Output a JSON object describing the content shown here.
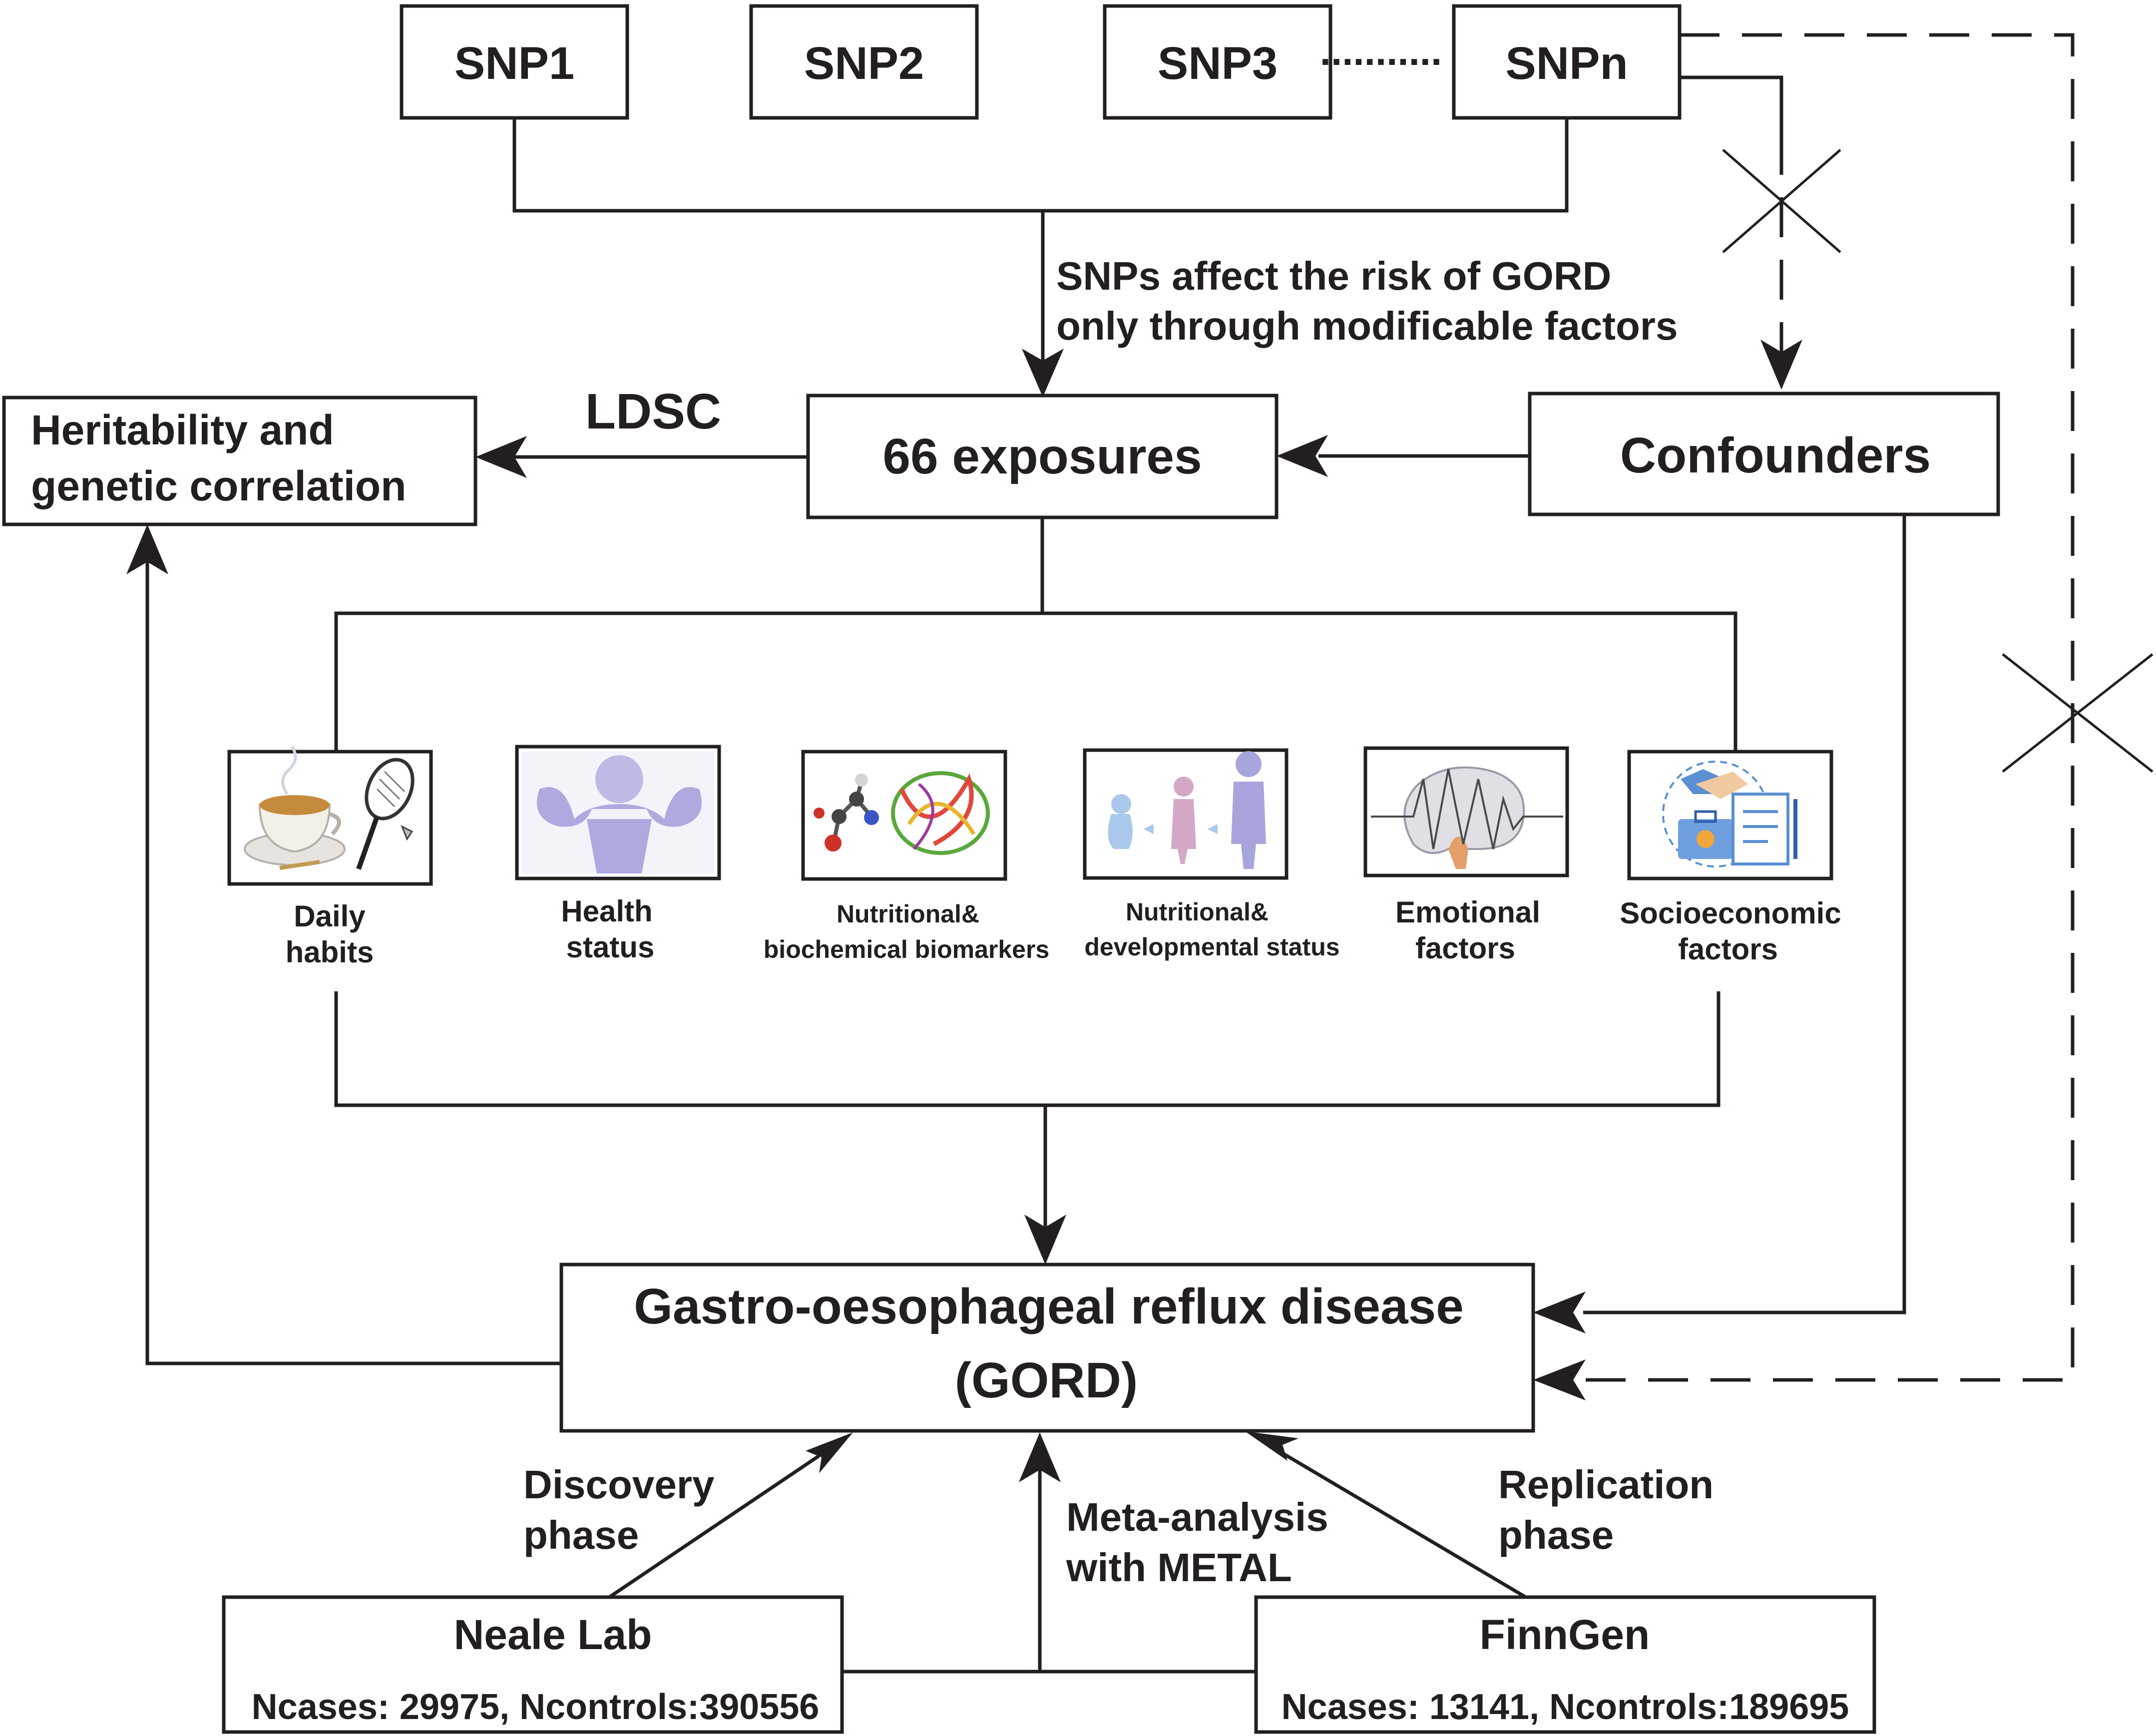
{
  "snps": [
    "SNP1",
    "SNP2",
    "SNP3",
    "SNPn"
  ],
  "snp_dots": "...........",
  "snp_assumption": [
    "SNPs affect the risk of GORD",
    "only through modificable factors"
  ],
  "ldsc_label": "LDSC",
  "heritability_box": [
    "Heritability and",
    "genetic correlation"
  ],
  "exposures_box": "66 exposures",
  "confounders_box": "Confounders",
  "categories": [
    {
      "lines": [
        "Daily",
        "habits"
      ],
      "icon": "coffee-badminton-icon"
    },
    {
      "lines": [
        "Health",
        "status"
      ],
      "icon": "muscle-icon"
    },
    {
      "lines": [
        "Nutritional&",
        "biochemical biomarkers"
      ],
      "icon": "molecule-protein-icon"
    },
    {
      "lines": [
        "Nutritional&",
        "developmental status"
      ],
      "icon": "human-growth-icon"
    },
    {
      "lines": [
        "Emotional",
        "factors"
      ],
      "icon": "brain-wave-icon"
    },
    {
      "lines": [
        "Socioeconomic",
        "factors"
      ],
      "icon": "business-documents-icon"
    }
  ],
  "outcome_box": [
    "Gastro-oesophageal reflux disease",
    "(GORD)"
  ],
  "discovery_label": [
    "Discovery",
    "phase"
  ],
  "meta_label": [
    "Meta-analysis",
    "with METAL"
  ],
  "replication_label": [
    "Replication",
    "phase"
  ],
  "neale": {
    "name": "Neale Lab",
    "stats": "Ncases: 29975, Ncontrols:390556"
  },
  "finngen": {
    "name": "FinnGen",
    "stats": "Ncases: 13141, Ncontrols:189695"
  }
}
